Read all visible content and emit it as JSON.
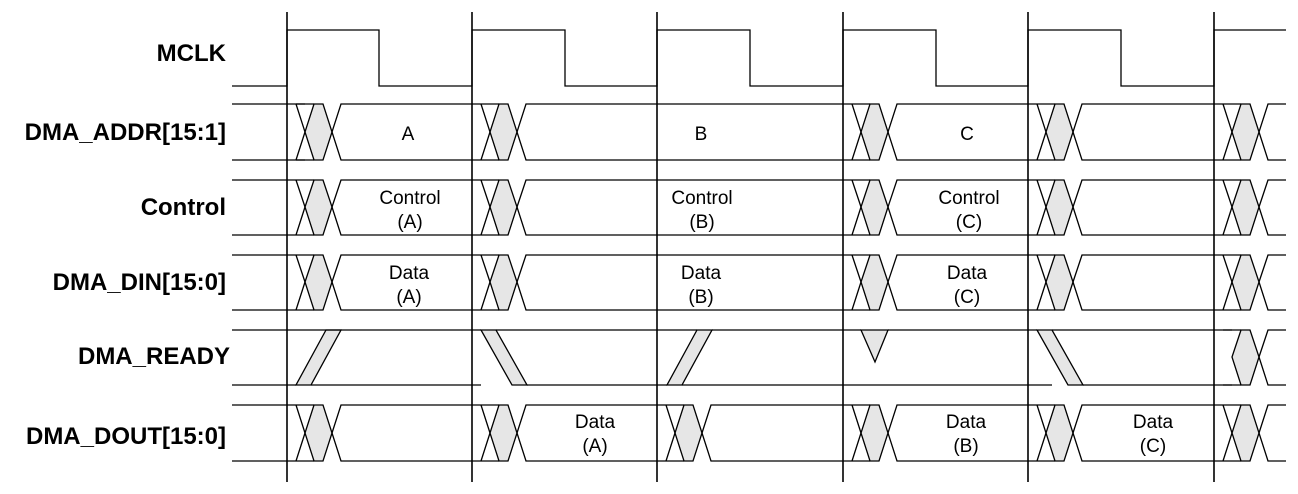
{
  "signals": [
    {
      "name": "MCLK"
    },
    {
      "name": "DMA_ADDR[15:1]",
      "labels": [
        [
          "A"
        ],
        [
          "B"
        ],
        [
          "C"
        ]
      ]
    },
    {
      "name": "Control",
      "labels": [
        [
          "Control",
          "(A)"
        ],
        [
          "Control",
          "(B)"
        ],
        [
          "Control",
          "(C)"
        ]
      ]
    },
    {
      "name": "DMA_DIN[15:0]",
      "labels": [
        [
          "Data",
          "(A)"
        ],
        [
          "Data",
          "(B)"
        ],
        [
          "Data",
          "(C)"
        ]
      ]
    },
    {
      "name": "DMA_READY"
    },
    {
      "name": "DMA_DOUT[15:0]",
      "labels": [
        [
          "Data",
          "(A)"
        ],
        [
          "Data",
          "(B)"
        ],
        [
          "Data",
          "(C)"
        ]
      ]
    }
  ]
}
